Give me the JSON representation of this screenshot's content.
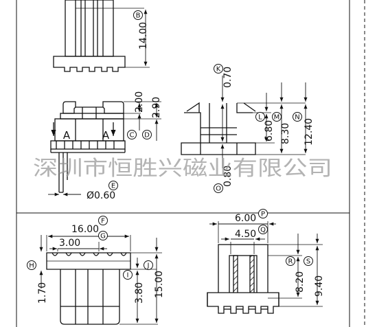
{
  "watermark": "深圳市恒胜兴磁业有限公司",
  "dimensions": {
    "d14": "14.00",
    "d2_00": "2.00",
    "d2_90": "2.90",
    "phi0_60": "Ø0.60",
    "d0_70": "0.70",
    "d6_80": "6.80",
    "d8_30": "8.30",
    "d12_40": "12.40",
    "d0_80": "0.80",
    "d16": "16.00",
    "d3_00": "3.00",
    "d1_70": "1.70",
    "d3_80": "3.80",
    "d15": "15.00",
    "d6_00": "6.00",
    "d4_50": "4.50",
    "d8_20": "8.20",
    "d9_40": "9.40"
  },
  "section_labels": {
    "a_left": "A",
    "a_right": "A"
  },
  "callouts": {
    "B": "B",
    "C": "C",
    "D": "D",
    "E": "E",
    "F": "F",
    "G": "G",
    "H": "H",
    "I": "I",
    "J": "J",
    "K": "K",
    "L": "L",
    "M": "M",
    "N": "N",
    "O": "O",
    "P": "P",
    "Q": "Q",
    "R": "R",
    "S": "S"
  }
}
